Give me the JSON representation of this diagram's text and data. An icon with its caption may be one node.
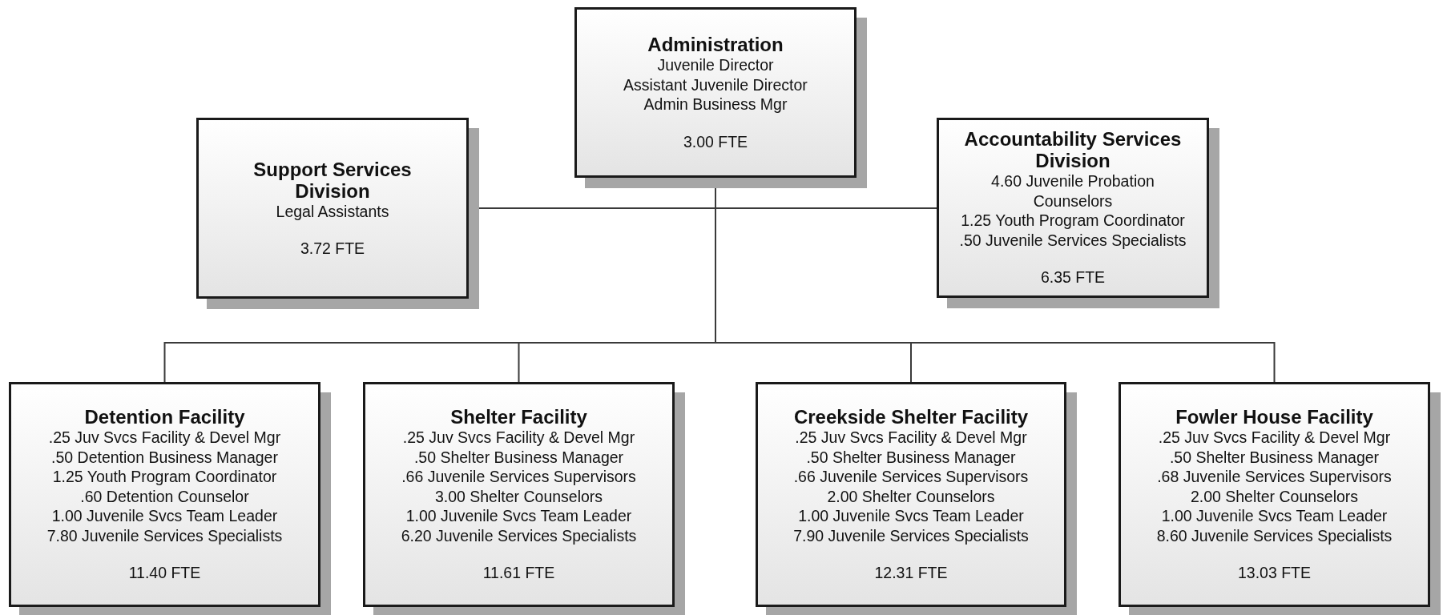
{
  "diagram": {
    "nodes": [
      {
        "text": [
          "Administration",
          "Juvenile Director",
          "Assistant Juvenile Director",
          "Admin Business Mgr",
          "3.00 FTE"
        ]
      },
      {
        "text": [
          "Support Services Division",
          "Legal Assistants",
          "3.72 FTE"
        ]
      },
      {
        "text": [
          "Accountability Services Division",
          "4.60 Juvenile Probation Counselors",
          "1.25 Youth Program Coordinator",
          ".50 Juvenile Services Specialists",
          "6.35 FTE"
        ]
      },
      {
        "text": [
          "Detention Facility",
          ".25 Juv Svcs Facility & Devel Mgr",
          ".50 Detention Business Manager",
          "1.25 Youth Program Coordinator",
          ".60 Detention Counselor",
          "1.00 Juvenile Svcs Team Leader",
          "7.80 Juvenile Services Specialists",
          "11.40 FTE"
        ]
      },
      {
        "text": [
          "Shelter Facility",
          ".25 Juv Svcs Facility & Devel Mgr",
          ".50 Shelter Business Manager",
          ".66 Juvenile Services Supervisors",
          "3.00 Shelter Counselors",
          "1.00 Juvenile Svcs Team Leader",
          "6.20 Juvenile Services Specialists",
          "11.61 FTE"
        ]
      },
      {
        "text": [
          "Creekside Shelter Facility",
          ".25 Juv Svcs Facility & Devel Mgr",
          ".50 Shelter Business Manager",
          ".66 Juvenile Services Supervisors",
          "2.00 Shelter Counselors",
          "1.00 Juvenile Svcs Team Leader",
          "7.90 Juvenile Services Specialists",
          "12.31 FTE"
        ]
      },
      {
        "text": [
          "Fowler House Facility",
          ".25 Juv Svcs Facility & Devel Mgr",
          ".50 Shelter Business Manager",
          ".68 Juvenile Services Supervisors",
          "2.00 Shelter Counselors",
          "1.00 Juvenile Svcs Team Leader",
          "8.60 Juvenile Services Specialists",
          "13.03 FTE"
        ]
      }
    ],
    "edges": [
      {
        "from": 0,
        "to": 1,
        "arrow": "none"
      },
      {
        "from": 0,
        "to": 2,
        "arrow": "none"
      },
      {
        "from": 0,
        "to": 3,
        "arrow": "none"
      },
      {
        "from": 0,
        "to": 4,
        "arrow": "none"
      },
      {
        "from": 0,
        "to": 5,
        "arrow": "none"
      },
      {
        "from": 0,
        "to": 6,
        "arrow": "none"
      }
    ]
  }
}
